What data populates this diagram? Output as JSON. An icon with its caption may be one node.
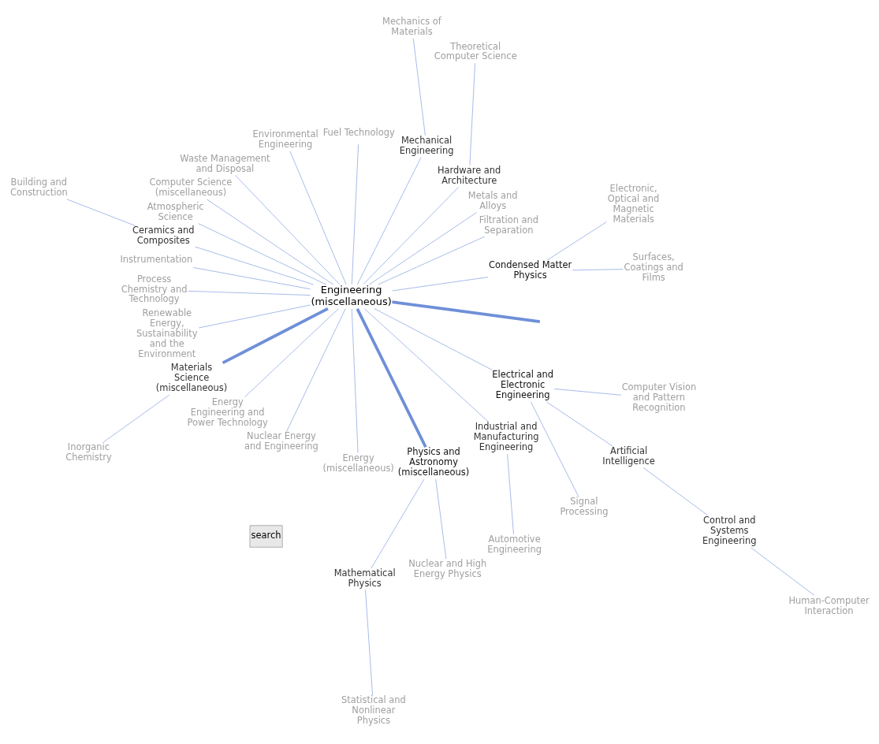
{
  "diagram": {
    "nodes": [
      {
        "text": [
          "Surfaces, Coatings and Films"
        ]
      },
      {
        "text": [
          "Electronic, Optical and Magnetic Materials"
        ]
      },
      {
        "text": [
          "Condensed Matter Physics"
        ]
      },
      {
        "text": [
          "Theoretical Computer Science"
        ]
      },
      {
        "text": [
          "Filtration and Separation"
        ]
      },
      {
        "text": [
          "Metals and Alloys"
        ]
      },
      {
        "text": [
          "Hardware and Architecture"
        ]
      },
      {
        "text": [
          "Mechanics of Materials"
        ]
      },
      {
        "text": [
          "Mechanical Engineering"
        ]
      },
      {
        "text": [
          "Fuel Technology"
        ]
      },
      {
        "text": [
          "Engineering (miscellaneous)"
        ]
      },
      {
        "text": [
          "Environmental Engineering"
        ]
      },
      {
        "text": [
          "Waste Management and Disposal"
        ]
      },
      {
        "text": [
          "Computer Science (miscellaneous)"
        ]
      },
      {
        "text": [
          "Atmospheric Science"
        ]
      },
      {
        "text": [
          "Building and Construction"
        ]
      },
      {
        "text": [
          "Ceramics and Composites"
        ]
      },
      {
        "text": [
          "Instrumentation"
        ]
      },
      {
        "text": [
          "Process Chemistry and Technology"
        ]
      },
      {
        "text": [
          "Renewable Energy, Sustainability and the Environment"
        ]
      },
      {
        "text": [
          "Materials Science (miscellaneous)"
        ]
      },
      {
        "text": [
          "Energy Engineering and Power Technology"
        ]
      },
      {
        "text": [
          "Nuclear Energy and Engineering"
        ]
      },
      {
        "text": [
          "Statistical and Nonlinear Physics"
        ]
      },
      {
        "text": [
          "Energy (miscellaneous)"
        ]
      },
      {
        "text": [
          "Inorganic Chemistry"
        ]
      },
      {
        "text": [
          "Physics and Astronomy (miscellaneous)"
        ]
      },
      {
        "text": [
          "Industrial and Manufacturing Engineering"
        ]
      },
      {
        "text": [
          "Mathematical Physics"
        ]
      },
      {
        "text": [
          "Automotive Engineering"
        ]
      },
      {
        "text": [
          "Nuclear and High Energy Physics"
        ]
      },
      {
        "text": [
          "Electrical and Electronic Engineering"
        ]
      },
      {
        "text": [
          "Signal Processing"
        ]
      },
      {
        "text": [
          "Artificial Intelligence"
        ]
      },
      {
        "text": [
          "Control and Systems Engineering"
        ]
      },
      {
        "text": [
          "Human-Computer Interaction"
        ]
      },
      {
        "text": [
          "Computer Vision and Pattern Recognition"
        ]
      }
    ],
    "edges": [
      {
        "from": null,
        "to": 10,
        "arrow": "none",
        "style": "thick"
      },
      {
        "from": 10,
        "to": 2,
        "arrow": "none"
      },
      {
        "from": 2,
        "to": 0,
        "arrow": "none"
      },
      {
        "from": 2,
        "to": 1,
        "arrow": "none"
      },
      {
        "from": 10,
        "to": 4,
        "arrow": "none"
      },
      {
        "from": 10,
        "to": 5,
        "arrow": "none"
      },
      {
        "from": 10,
        "to": 6,
        "arrow": "none"
      },
      {
        "from": 6,
        "to": 3,
        "arrow": "none"
      },
      {
        "from": 10,
        "to": 8,
        "arrow": "none"
      },
      {
        "from": 8,
        "to": 7,
        "arrow": "none"
      },
      {
        "from": 10,
        "to": 9,
        "arrow": "none"
      },
      {
        "from": 10,
        "to": 11,
        "arrow": "none"
      },
      {
        "from": 10,
        "to": 12,
        "arrow": "none"
      },
      {
        "from": 10,
        "to": 13,
        "arrow": "none"
      },
      {
        "from": 10,
        "to": 14,
        "arrow": "none"
      },
      {
        "from": 10,
        "to": 16,
        "arrow": "none"
      },
      {
        "from": 16,
        "to": 15,
        "arrow": "none"
      },
      {
        "from": 10,
        "to": 17,
        "arrow": "none"
      },
      {
        "from": 10,
        "to": 18,
        "arrow": "none"
      },
      {
        "from": 10,
        "to": 19,
        "arrow": "none"
      },
      {
        "from": 10,
        "to": 20,
        "arrow": "none",
        "style": "thick"
      },
      {
        "from": 20,
        "to": 25,
        "arrow": "none"
      },
      {
        "from": 10,
        "to": 21,
        "arrow": "none"
      },
      {
        "from": 10,
        "to": 22,
        "arrow": "none"
      },
      {
        "from": 10,
        "to": 24,
        "arrow": "none"
      },
      {
        "from": 10,
        "to": 26,
        "arrow": "none",
        "style": "thick"
      },
      {
        "from": 26,
        "to": 28,
        "arrow": "none"
      },
      {
        "from": 28,
        "to": 23,
        "arrow": "none"
      },
      {
        "from": 26,
        "to": 30,
        "arrow": "none"
      },
      {
        "from": 10,
        "to": 27,
        "arrow": "none"
      },
      {
        "from": 27,
        "to": 29,
        "arrow": "none"
      },
      {
        "from": 10,
        "to": 31,
        "arrow": "none"
      },
      {
        "from": 31,
        "to": 32,
        "arrow": "none"
      },
      {
        "from": 31,
        "to": 33,
        "arrow": "none"
      },
      {
        "from": 33,
        "to": 34,
        "arrow": "none"
      },
      {
        "from": 34,
        "to": 35,
        "arrow": "none"
      },
      {
        "from": 31,
        "to": 36,
        "arrow": "none"
      }
    ],
    "labels": [
      "search"
    ]
  }
}
